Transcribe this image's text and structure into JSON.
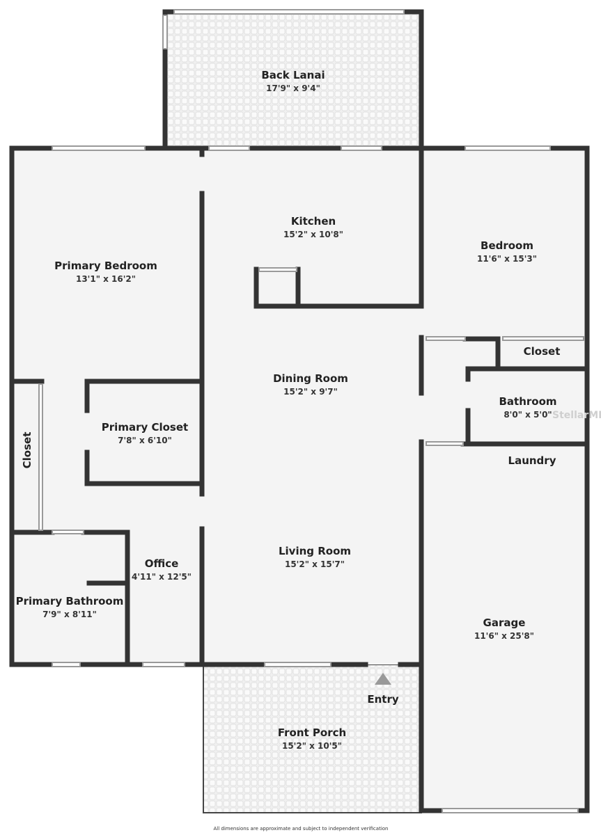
{
  "rooms": {
    "back_lanai": {
      "name": "Back Lanai",
      "dims": "17'9\" x 9'4\""
    },
    "kitchen": {
      "name": "Kitchen",
      "dims": "15'2\" x 10'8\""
    },
    "bedroom": {
      "name": "Bedroom",
      "dims": "11'6\" x 15'3\""
    },
    "primary_bedroom": {
      "name": "Primary Bedroom",
      "dims": "13'1\" x 16'2\""
    },
    "closet_right": {
      "name": "Closet"
    },
    "dining_room": {
      "name": "Dining Room",
      "dims": "15'2\" x 9'7\""
    },
    "bathroom": {
      "name": "Bathroom",
      "dims": "8'0\" x 5'0\""
    },
    "primary_closet": {
      "name": "Primary Closet",
      "dims": "7'8\" x 6'10\""
    },
    "closet_left": {
      "name": "Closet"
    },
    "laundry": {
      "name": "Laundry"
    },
    "office": {
      "name": "Office",
      "dims": "4'11\" x 12'5\""
    },
    "living_room": {
      "name": "Living Room",
      "dims": "15'2\" x 15'7\""
    },
    "primary_bathroom": {
      "name": "Primary Bathroom",
      "dims": "7'9\" x 8'11\""
    },
    "garage": {
      "name": "Garage",
      "dims": "11'6\" x 25'8\""
    },
    "entry": {
      "name": "Entry"
    },
    "front_porch": {
      "name": "Front Porch",
      "dims": "15'2\" x 10'5\""
    }
  },
  "watermark": "StellarMLS",
  "footer_note": "All dimensions are approximate and subject to independent verification",
  "colors": {
    "wall": "#333333",
    "floor": "#f4f4f4",
    "outdoor_tile": "#ececec"
  }
}
